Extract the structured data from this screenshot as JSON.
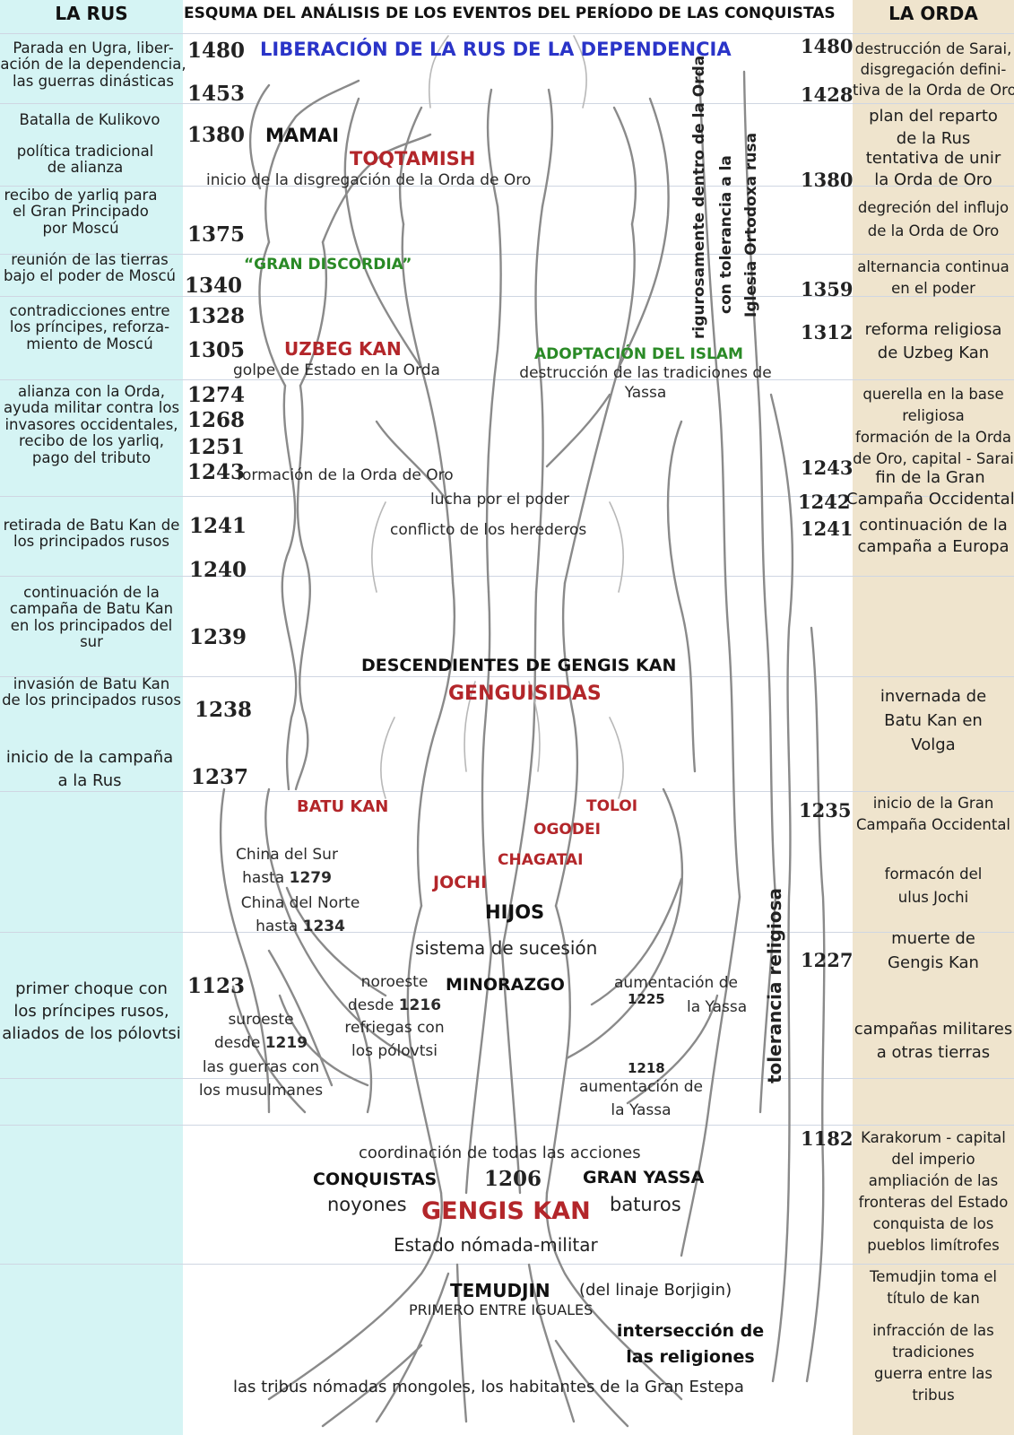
{
  "header": {
    "left": "LA RUS",
    "center": "ESQUMA DEL ANÁLISIS DE LOS EVENTOS DEL PERÍODO DE LAS CONQUISTAS",
    "right": "LA ORDA"
  },
  "left": {
    "y1480": "1480",
    "y1453": "1453",
    "y1380": "1380",
    "y1375": "1375",
    "y1340": "1340",
    "y1328": "1328",
    "y1305": "1305",
    "y1274": "1274",
    "y1268": "1268",
    "y1251": "1251",
    "y1243": "1243",
    "y1241": "1241",
    "y1240": "1240",
    "y1239": "1239",
    "y1238": "1238",
    "y1237": "1237",
    "y1123": "1123",
    "ugra": [
      "Parada en Ugra, liber-",
      "ación de la dependencia,",
      "las guerras dinásticas"
    ],
    "kulikovo": "Batalla de Kulikovo",
    "alianza": [
      "política tradicional",
      "de alianza"
    ],
    "yarliq": [
      "recibo de yarliq para",
      "el Gran Principado",
      "por Moscú"
    ],
    "reunion": [
      "reunión de las tierras",
      "bajo el poder de Moscú"
    ],
    "contradicciones": [
      "contradicciones entre",
      "los príncipes, reforza-",
      "miento de Moscú"
    ],
    "orda_alianza": [
      "alianza con la Orda,",
      "ayuda militar contra los",
      "invasores occidentales,",
      "recibo de los yarliq,",
      "pago del tributo"
    ],
    "retirada": [
      "retirada de Batu Kan de",
      "los principados rusos"
    ],
    "continuacion": [
      "continuación de la",
      "campaña de Batu Kan",
      "en los principados del",
      "sur"
    ],
    "invasion": [
      "invasión de Batu Kan",
      "de los principados rusos"
    ],
    "inicio": [
      "inicio de la campaña",
      "a la Rus"
    ],
    "choque": [
      "primer choque con",
      "los príncipes rusos,",
      "aliados de los pólovtsi"
    ]
  },
  "right": {
    "y1480": "1480",
    "y1428": "1428",
    "y1380": "1380",
    "y1359": "1359",
    "y1312": "1312",
    "y1243": "1243",
    "y1242": "1242",
    "y1241": "1241",
    "y1235": "1235",
    "y1227": "1227",
    "y1182": "1182",
    "sarai": [
      "destrucción de Sarai,",
      "disgregación defini-",
      "tiva de la Orda de Oro"
    ],
    "reparto": [
      "plan del reparto",
      "de la Rus"
    ],
    "unir": [
      "tentativa de unir",
      "la Orda de Oro"
    ],
    "degrecion": [
      "degreción del influjo",
      "de la Orda de Oro"
    ],
    "alternancia": [
      "alternancia  continua",
      "en el poder"
    ],
    "reforma": [
      "reforma religiosa",
      "de Uzbeg Kan"
    ],
    "querella": [
      "querella en la base",
      "religiosa"
    ],
    "formacion": [
      "formación de la Orda",
      "de Oro, capital - Sarai"
    ],
    "fin": [
      "fin de la Gran",
      "Campaña Occidental"
    ],
    "continuacion": [
      "continuación de la",
      "campaña a Europa"
    ],
    "invernada": [
      "invernada de",
      "Batu Kan en",
      "Volga"
    ],
    "gran_campana": [
      "inicio de la Gran",
      "Campaña Occidental"
    ],
    "ulus": [
      "formacón del",
      "ulus Jochi"
    ],
    "muerte": [
      "muerte de",
      "Gengis Kan"
    ],
    "campanas": [
      "campañas militares",
      "a otras tierras"
    ],
    "karakorum": [
      "Karakorum - capital",
      "del imperio",
      "ampliación de las",
      "fronteras del Estado",
      "conquista de los",
      "pueblos limítrofes"
    ],
    "temudjin_kan": [
      "Temudjin toma el",
      "título de kan"
    ],
    "infraccion": [
      "infracción de las",
      "tradiciones",
      "guerra entre las",
      "tribus"
    ]
  },
  "center": {
    "liberacion": "LIBERACIÓN DE LA RUS DE LA DEPENDENCIA",
    "mamai": "MAMAI",
    "toqtamish": "TOQTAMISH",
    "disgregacion": "inicio de la disgregación de la Orda de Oro",
    "gran_discordia": "“GRAN DISCORDIA”",
    "uzbeg": "UZBEG KAN",
    "golpe": "golpe de Estado en la Orda",
    "islam": "ADOPTACIÓN DEL ISLAM",
    "destruccion": [
      "destrucción de las tradiciones de",
      "Yassa"
    ],
    "formacion_orda": "formación de la Orda de Oro",
    "lucha": "lucha por el poder",
    "conflicto": "conflicto de los herederos",
    "descendientes": "DESCENDIENTES DE GENGIS KAN",
    "genguisidas": "GENGUISIDAS",
    "batu": "BATU KAN",
    "toloi": "TOLOI",
    "ogodei": "OGODEI",
    "chagatai": "CHAGATAI",
    "jochi": "JOCHI",
    "hijos": "HIJOS",
    "china_sur": [
      "China del Sur",
      "hasta",
      "1279"
    ],
    "china_norte": [
      "China del Norte",
      "hasta",
      "1234"
    ],
    "sucesion": "sistema de sucesión",
    "minorazgo": "MINORAZGO",
    "noroeste": [
      "noroeste",
      "desde",
      "1216",
      "refriegas con",
      "los pólovtsi"
    ],
    "suroeste": [
      "suroeste",
      "desde",
      "1219",
      "las guerras con",
      "los musulmanes"
    ],
    "aumentacion1": [
      "aumentación de",
      "1225",
      "la Yassa"
    ],
    "aumentacion2": [
      "1218",
      "aumentación de",
      "la Yassa"
    ],
    "coordinacion": "coordinación de todas las acciones",
    "conquistas": "CONQUISTAS",
    "y1206": "1206",
    "gran_yassa": "GRAN YASSA",
    "noyones": "noyones",
    "gengis": "GENGIS KAN",
    "baturos": "baturos",
    "estado": "Estado nómada-militar",
    "temudjin": "TEMUDJIN",
    "borjigin": "(del linaje Borjigin)",
    "primero": "PRIMERO ENTRE IGUALES",
    "interseccion": [
      "intersección de",
      "las religiones"
    ],
    "tribus": "las tribus nómadas mongoles, los habitantes de la Gran Estepa",
    "vertical_rig": [
      "rigurosamente dentro de la Orda",
      "con tolerancia a la",
      "Iglesia Ortodoxa rusa"
    ],
    "vertical_tol": "tolerancia religiosa"
  },
  "colors": {
    "left_band": "#d5f4f4",
    "right_band": "#efe4cd",
    "red": "#b3262a",
    "green": "#2a8a26",
    "blue": "#2a34c8"
  }
}
